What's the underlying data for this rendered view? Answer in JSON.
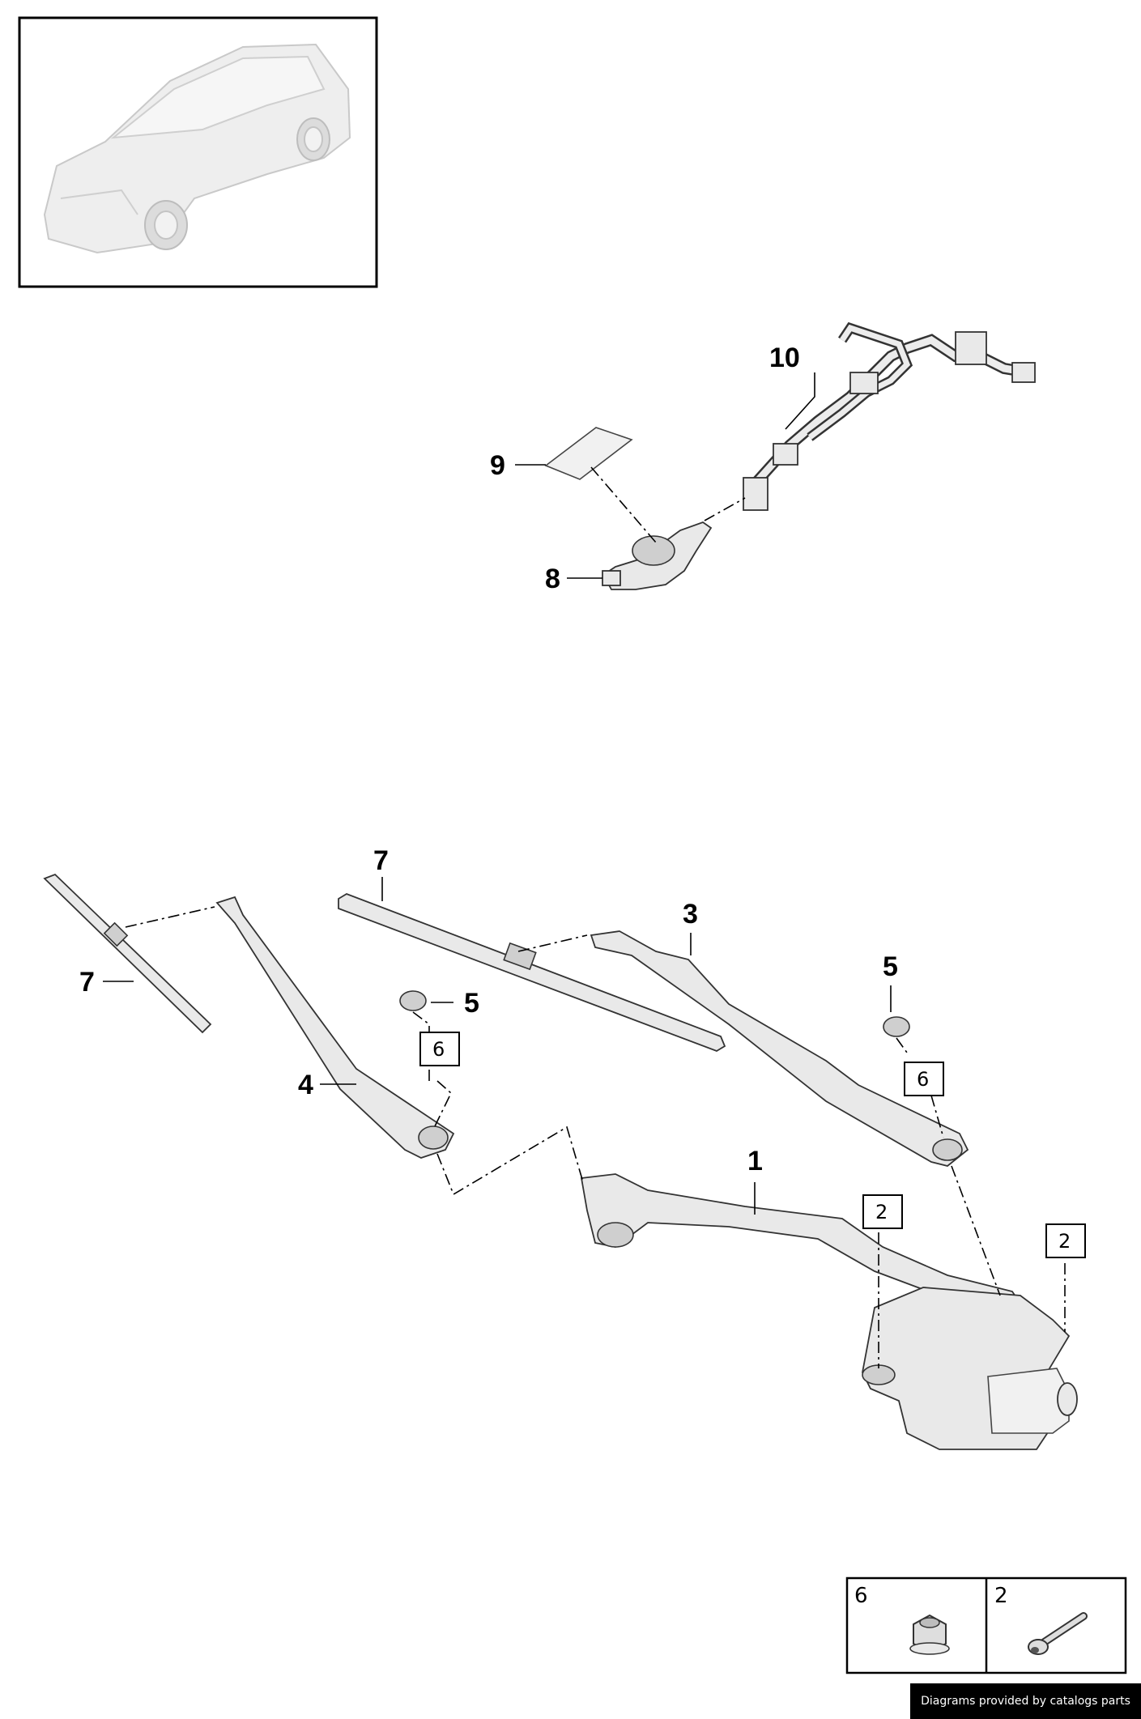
{
  "callouts": {
    "c1": "1",
    "c3": "3",
    "c4": "4",
    "c5a": "5",
    "c5b": "5",
    "c7a": "7",
    "c7b": "7",
    "c8": "8",
    "c9": "9",
    "c10": "10"
  },
  "boxed": {
    "b6a": "6",
    "b6b": "6",
    "b2a": "2",
    "b2b": "2"
  },
  "legend": {
    "cell_left": "6",
    "cell_right": "2"
  },
  "credit": "Diagrams provided by catalogs parts"
}
